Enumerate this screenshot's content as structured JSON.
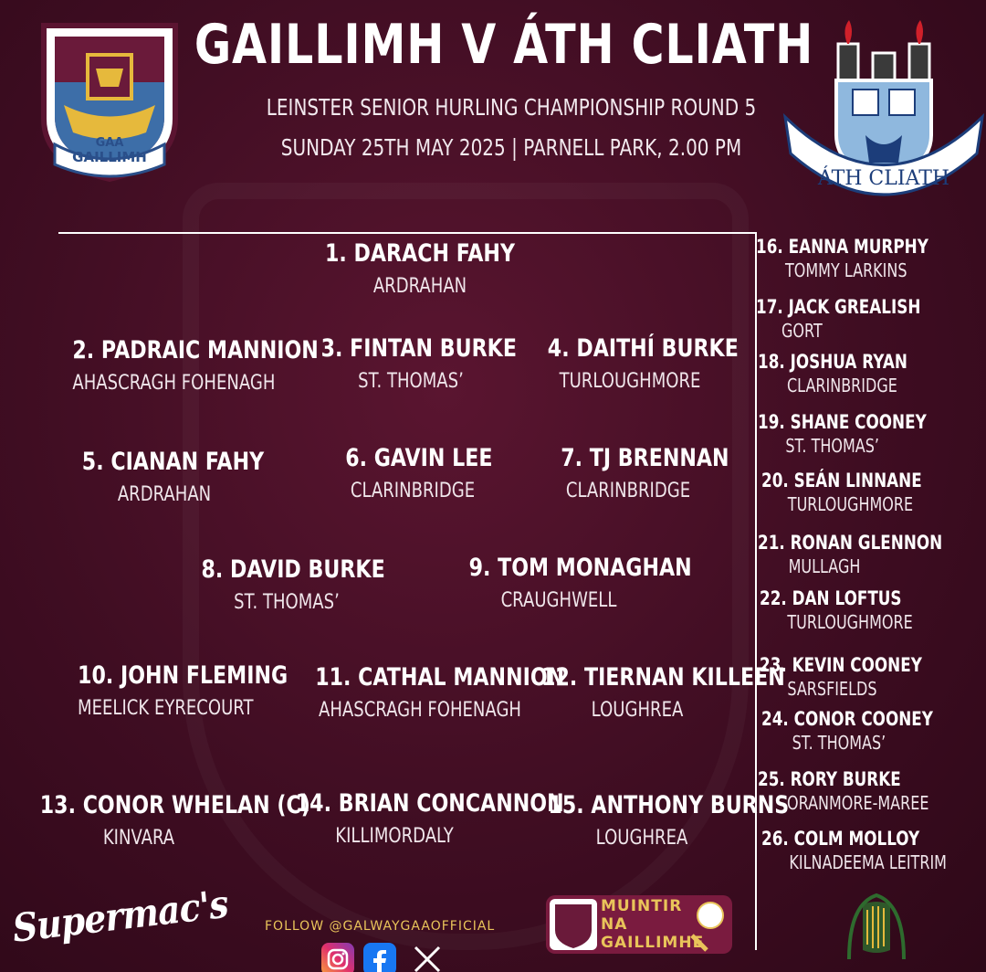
{
  "header": {
    "title": "GAILLIMH V ÁTH CLIATH",
    "competition": "LEINSTER SENIOR HURLING CHAMPIONSHIP ROUND 5",
    "match_info": "SUNDAY 25TH MAY 2025 | PARNELL PARK, 2.00 PM"
  },
  "crests": {
    "galway_gaa": "GAA",
    "galway_name": "GAILLIMH",
    "dublin_name": "ÁTH CLIATH"
  },
  "starting": [
    {
      "name": "1. DARACH FAHY",
      "club": "ARDRAHAN"
    },
    {
      "name": "2. PADRAIC MANNION",
      "club": "AHASCRAGH FOHENAGH"
    },
    {
      "name": "3. FINTAN BURKE",
      "club": "ST. THOMAS’"
    },
    {
      "name": "4. DAITHÍ BURKE",
      "club": "TURLOUGHMORE"
    },
    {
      "name": "5. CIANAN FAHY",
      "club": "ARDRAHAN"
    },
    {
      "name": "6. GAVIN LEE",
      "club": "CLARINBRIDGE"
    },
    {
      "name": "7. TJ BRENNAN",
      "club": "CLARINBRIDGE"
    },
    {
      "name": "8. DAVID BURKE",
      "club": "ST. THOMAS’"
    },
    {
      "name": "9. TOM MONAGHAN",
      "club": "CRAUGHWELL"
    },
    {
      "name": "10. JOHN FLEMING",
      "club": "MEELICK EYRECOURT"
    },
    {
      "name": "11. CATHAL MANNION",
      "club": "AHASCRAGH FOHENAGH"
    },
    {
      "name": "12. TIERNAN KILLEEN",
      "club": "LOUGHREA"
    },
    {
      "name": "13. CONOR WHELAN (C)",
      "club": "KINVARA"
    },
    {
      "name": "14. BRIAN CONCANNON",
      "club": "KILLIMORDALY"
    },
    {
      "name": "15. ANTHONY BURNS",
      "club": "LOUGHREA"
    }
  ],
  "subs": [
    {
      "name": "16. EANNA MURPHY",
      "club": "TOMMY LARKINS"
    },
    {
      "name": "17. JACK GREALISH",
      "club": "GORT"
    },
    {
      "name": "18. JOSHUA RYAN",
      "club": "CLARINBRIDGE"
    },
    {
      "name": "19. SHANE COONEY",
      "club": "ST. THOMAS’"
    },
    {
      "name": "20. SEÁN LINNANE",
      "club": "TURLOUGHMORE"
    },
    {
      "name": "21. RONAN GLENNON",
      "club": "MULLAGH"
    },
    {
      "name": "22. DAN LOFTUS",
      "club": "TURLOUGHMORE"
    },
    {
      "name": "23. KEVIN COONEY",
      "club": "SARSFIELDS"
    },
    {
      "name": "24. CONOR COONEY",
      "club": "ST. THOMAS’"
    },
    {
      "name": "25. RORY BURKE",
      "club": "ORANMORE-MAREE"
    },
    {
      "name": "26. COLM MOLLOY",
      "club": "KILNADEEMA LEITRIM"
    }
  ],
  "footer": {
    "sponsor": "Supermac's",
    "follow": "FOLLOW @GALWAYGAAOFFICIAL",
    "muintir": [
      "MUINTIR",
      "NA",
      "GAILLIMHE"
    ]
  },
  "colors": {
    "maroon": "#4a1027",
    "gold": "#e9c45a",
    "sky_blue": "#8fb8de"
  },
  "icons": [
    "instagram-icon",
    "facebook-icon",
    "x-icon"
  ]
}
